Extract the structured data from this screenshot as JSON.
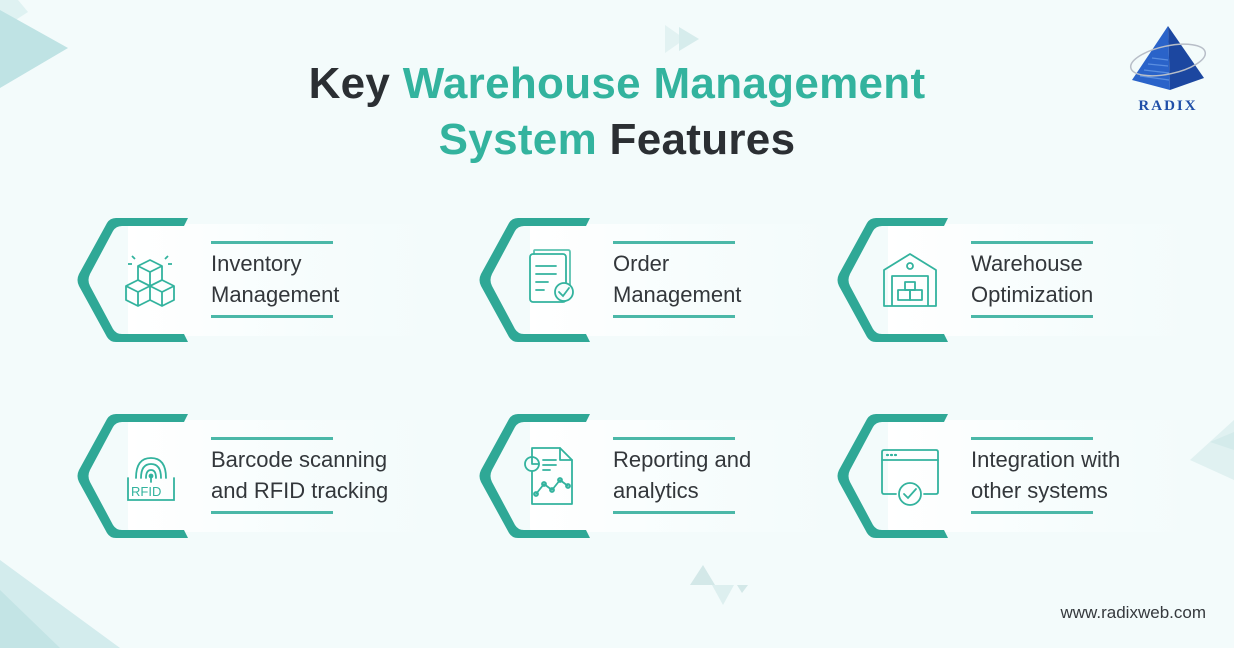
{
  "header": {
    "title_part1": "Key",
    "title_part2": "Warehouse Management",
    "title_part3": "System",
    "title_part4": "Features"
  },
  "logo": {
    "text": "RADIX",
    "icon": "pyramid-logo-icon"
  },
  "colors": {
    "accent": "#33b39e",
    "dark_text": "#2b2f33",
    "logo_blue": "#1f4fa8",
    "background": "#f3fbfb"
  },
  "features": [
    {
      "line1": "Inventory",
      "line2": "Management",
      "icon": "stacked-boxes-icon"
    },
    {
      "line1": "Order",
      "line2": "Management",
      "icon": "document-check-icon"
    },
    {
      "line1": "Warehouse",
      "line2": "Optimization",
      "icon": "warehouse-icon"
    },
    {
      "line1": "Barcode scanning",
      "line2": "and RFID tracking",
      "icon": "rfid-icon"
    },
    {
      "line1": "Reporting and",
      "line2": "analytics",
      "icon": "report-chart-icon"
    },
    {
      "line1": "Integration with",
      "line2": "other systems",
      "icon": "browser-check-icon"
    }
  ],
  "footer": {
    "website": "www.radixweb.com"
  }
}
